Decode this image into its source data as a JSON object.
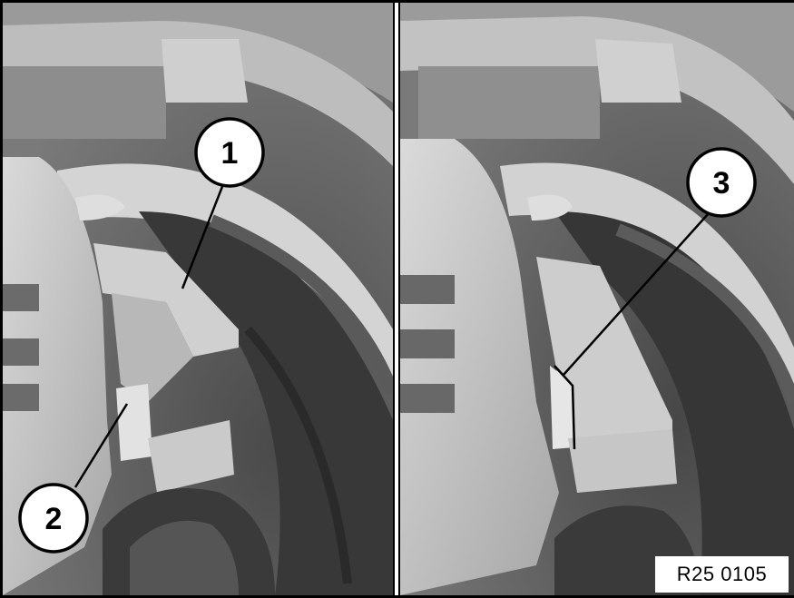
{
  "figure": {
    "reference_code": "R25 0105",
    "callouts": [
      {
        "number": "1"
      },
      {
        "number": "2"
      },
      {
        "number": "3"
      }
    ]
  }
}
